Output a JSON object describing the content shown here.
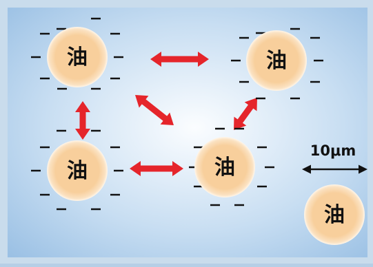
{
  "droplet_label": "油",
  "charge_sign": "−",
  "scale_bar": {
    "label": "10μm"
  },
  "colors": {
    "droplet_fill": "#f8cf9c",
    "droplet_edge": "#fff6ea",
    "arrow": "#e5252b",
    "text": "#111111",
    "panel_light": "#fbfdff",
    "panel_dark": "#97bee3",
    "frame": "#c9dcec"
  },
  "droplets": [
    {
      "id": "top-left",
      "label": "油"
    },
    {
      "id": "top-right",
      "label": "油"
    },
    {
      "id": "middle-left",
      "label": "油"
    },
    {
      "id": "center",
      "label": "油"
    },
    {
      "id": "reference",
      "label": "油"
    }
  ]
}
